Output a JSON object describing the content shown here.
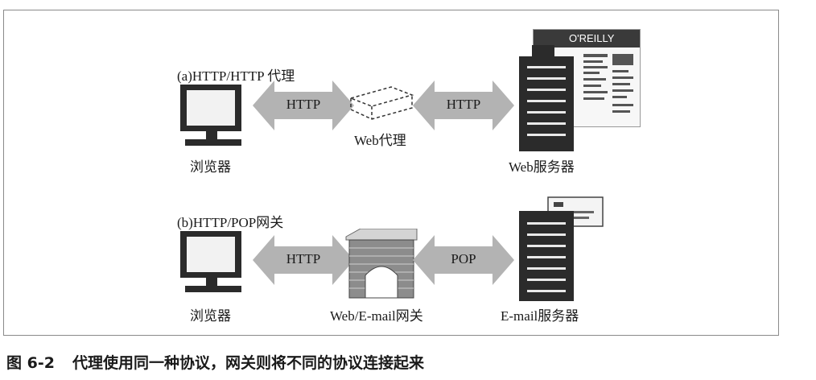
{
  "figure": {
    "number": "图 6-2",
    "text": "代理使用同一种协议，网关则将不同的协议连接起来"
  },
  "panel_a": {
    "title": "(a)HTTP/HTTP 代理",
    "client_label": "浏览器",
    "arrow_left_label": "HTTP",
    "middle_label": "Web代理",
    "arrow_right_label": "HTTP",
    "server_label": "Web服务器",
    "logo_text": "O'REILLY"
  },
  "panel_b": {
    "title": "(b)HTTP/POP网关",
    "client_label": "浏览器",
    "arrow_left_label": "HTTP",
    "middle_label": "Web/E-mail网关",
    "arrow_right_label": "POP",
    "server_label": "E-mail服务器"
  }
}
